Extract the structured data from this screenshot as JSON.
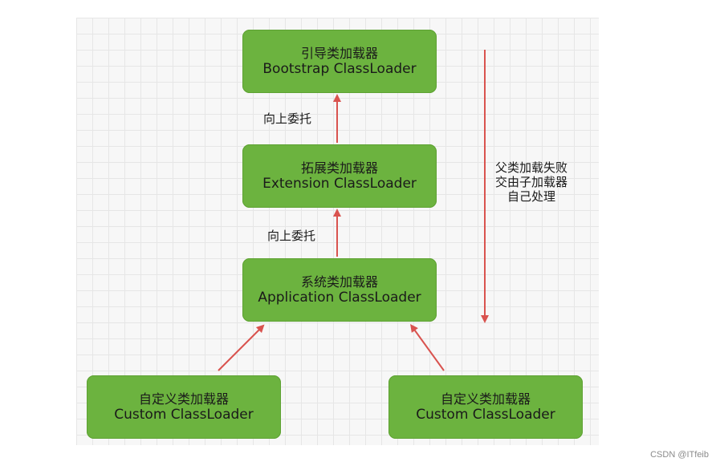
{
  "boxes": {
    "bootstrap": {
      "cn": "引导类加载器",
      "en": "Bootstrap ClassLoader"
    },
    "extension": {
      "cn": "拓展类加载器",
      "en": "Extension ClassLoader"
    },
    "application": {
      "cn": "系统类加载器",
      "en": "Application ClassLoader"
    },
    "custom_left": {
      "cn": "自定义类加载器",
      "en": "Custom ClassLoader"
    },
    "custom_right": {
      "cn": "自定义类加载器",
      "en": "Custom ClassLoader"
    }
  },
  "labels": {
    "delegate_top": "向上委托",
    "delegate_bottom": "向上委托",
    "side_note": [
      "父类加载失败",
      "交由子加载器",
      "自己处理"
    ]
  },
  "watermark": "CSDN @ITfeib",
  "colors": {
    "box_fill": "#6cb33f",
    "arrow": "#d9534f",
    "grid_bg": "#f7f7f7"
  }
}
